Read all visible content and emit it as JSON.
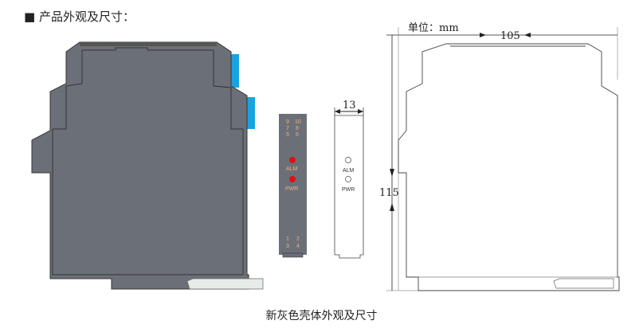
{
  "title": "■ 产品外观及尺寸：",
  "caption": "新灰色壳体外观及尺寸",
  "front_panel": {
    "terminals_top": [
      "9",
      "10",
      "7",
      "8",
      "5",
      "6"
    ],
    "terminals_bottom": [
      "1",
      "2",
      "3",
      "4"
    ],
    "led1": "ALM",
    "led2": "PWR"
  },
  "outline_panel": {
    "width_dim": "13",
    "led1": "ALM",
    "led2": "PWR"
  },
  "outline_side": {
    "unit": "单位：mm",
    "width_dim": "105",
    "height_dim": "115"
  },
  "colors": {
    "body": "#6b7078",
    "terminal": "#1aa3e0",
    "led": "#e01010"
  }
}
